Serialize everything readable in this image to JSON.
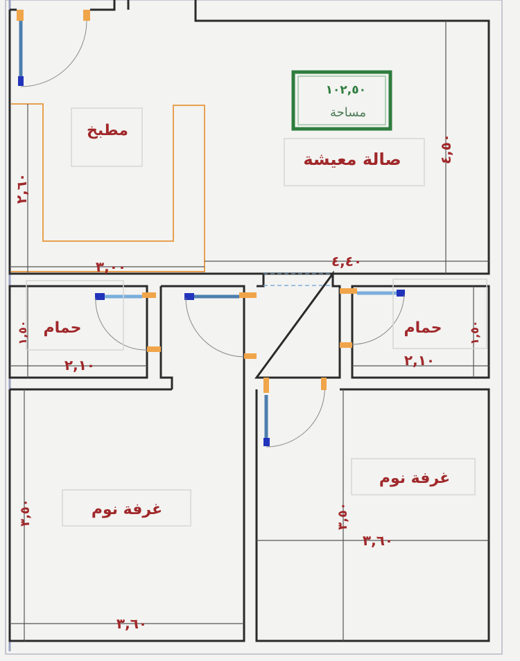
{
  "plan": {
    "area_box": {
      "value": "١٠٢,٥٠",
      "label": "مساحة",
      "color": "#2e7d3e"
    },
    "rooms": {
      "living": {
        "name": "صالة معيشة",
        "width": "٤,٤٠",
        "height": "٤,٥٠"
      },
      "kitchen": {
        "name": "مطبخ",
        "width": "٣,٠٠",
        "height": "٢,٦٠"
      },
      "bath_left": {
        "name": "حمام",
        "width": "٢,١٠",
        "height": "١,٥٠"
      },
      "bath_right": {
        "name": "حمام",
        "width": "٢,١٠",
        "height": "١,٥٠"
      },
      "bed_left": {
        "name": "غرفة نوم",
        "width": "٣,٦٠",
        "height": "٣,٥٠"
      },
      "bed_right": {
        "name": "غرفة نوم",
        "width": "٣,٦٠",
        "height": "٣,٥٠"
      }
    },
    "colors": {
      "label": "#a0282a",
      "wall": "#2a2a2a",
      "kitchen_counter": "#e8a050",
      "door_leaf": "#7aaedc"
    }
  }
}
